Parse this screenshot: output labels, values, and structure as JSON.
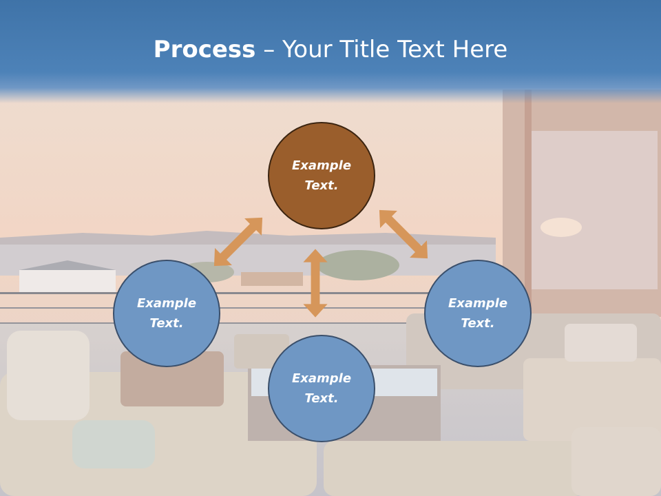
{
  "header": {
    "title_bold": "Process",
    "title_dash": "–",
    "title_rest": "Your Title Text Here",
    "bg_color": "#4a7fb5",
    "text_color": "#ffffff"
  },
  "nodes": [
    {
      "id": "top",
      "line1": "Example",
      "line2": "Text.",
      "fill": "#9a5e2c"
    },
    {
      "id": "left",
      "line1": "Example",
      "line2": "Text.",
      "fill": "#6f97c4"
    },
    {
      "id": "right",
      "line1": "Example",
      "line2": "Text.",
      "fill": "#6f97c4"
    },
    {
      "id": "bottom",
      "line1": "Example",
      "line2": "Text.",
      "fill": "#6f97c4"
    }
  ],
  "arrow_color": "#d6965a"
}
